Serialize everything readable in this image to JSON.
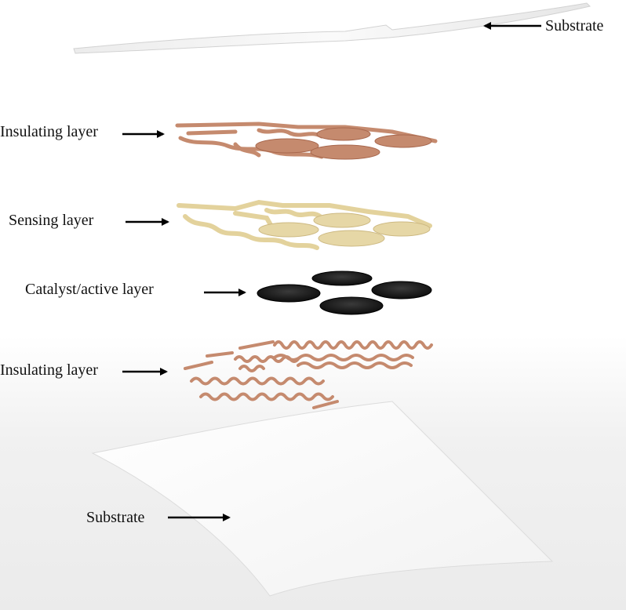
{
  "labels": {
    "top_substrate": "Substrate",
    "insulating_layer_upper": "Insulating layer",
    "sensing_layer": "Sensing layer",
    "catalyst_layer": "Catalyst/active layer",
    "insulating_layer_lower": "Insulating layer",
    "bottom_substrate": "Substrate"
  },
  "colors": {
    "substrate": "#f7f7f7",
    "substrate_edge": "#d8d8d8",
    "insulating": "#c58a6e",
    "insulating_dark": "#a8684e",
    "sensing": "#e6d7a6",
    "sensing_dark": "#cdb982",
    "catalyst": "#1c1c1c",
    "arrow": "#000000"
  }
}
